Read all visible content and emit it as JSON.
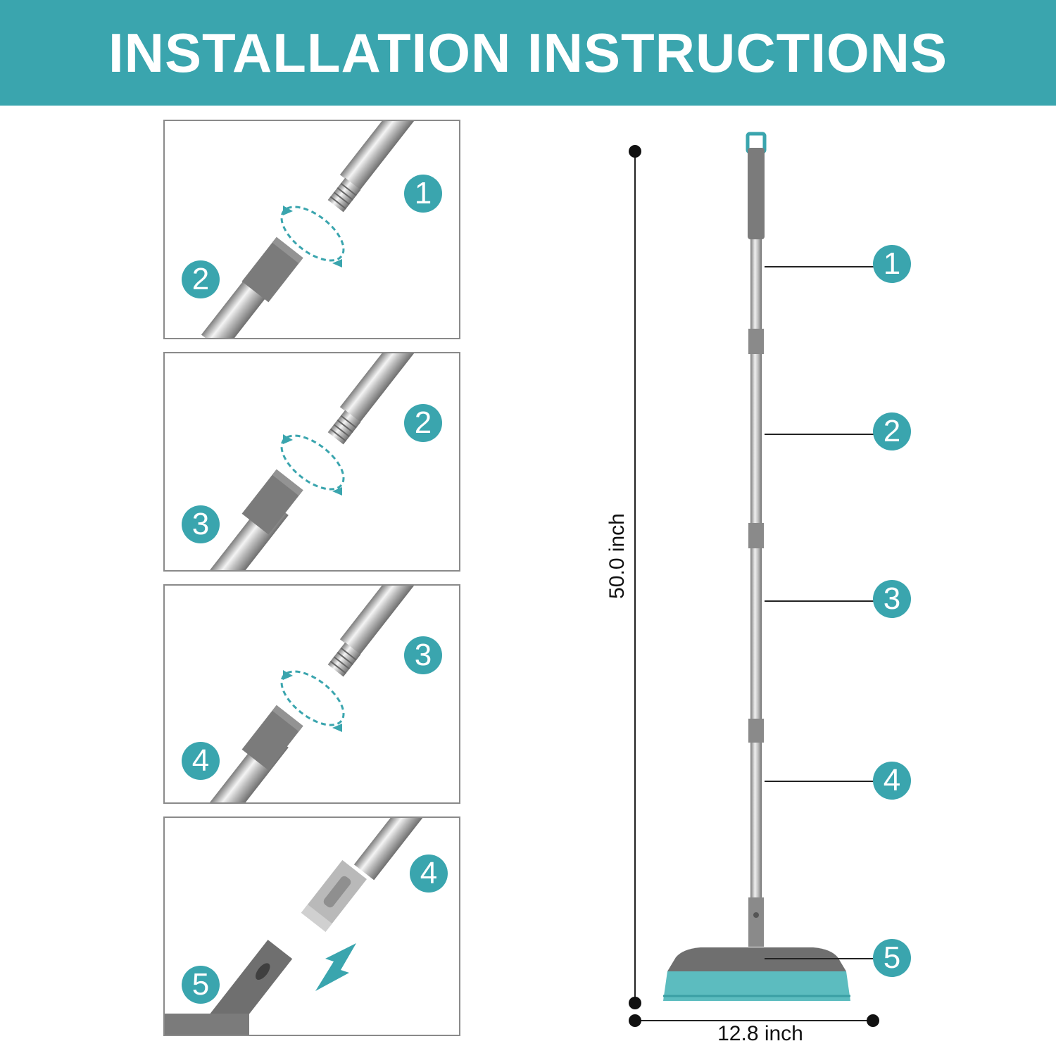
{
  "header": {
    "title": "INSTALLATION INSTRUCTIONS"
  },
  "colors": {
    "accent": "#3aa5ae",
    "grip": "#7b7b7b",
    "steel": "#c9c9c9"
  },
  "steps": [
    {
      "top_label": "1",
      "bottom_label": "2"
    },
    {
      "top_label": "2",
      "bottom_label": "3"
    },
    {
      "top_label": "3",
      "bottom_label": "4"
    },
    {
      "top_label": "4",
      "bottom_label": "5"
    }
  ],
  "diagram": {
    "height_label": "50.0 inch",
    "width_label": "12.8 inch",
    "segment_labels": [
      "1",
      "2",
      "3",
      "4",
      "5"
    ]
  }
}
